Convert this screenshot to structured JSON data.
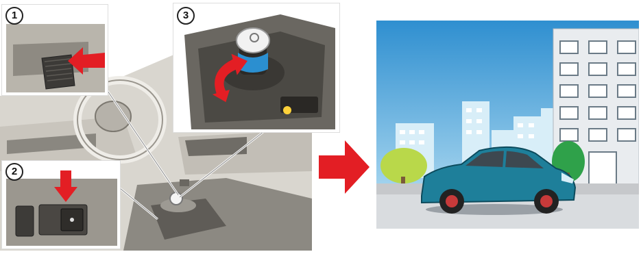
{
  "steps": [
    {
      "number": "1",
      "action": "brake-pedal"
    },
    {
      "number": "2",
      "action": "parking-brake-switch"
    },
    {
      "number": "3",
      "action": "selector-lever"
    }
  ],
  "colors": {
    "arrow": "#e31e24",
    "car": "#1e7f9a",
    "sky": "#3b9fd8",
    "interior": "#d9d6cf"
  },
  "icons": {
    "result_arrow": "right-arrow-icon",
    "step1_arrow": "left-arrow-icon",
    "step2_arrow": "down-arrow-icon",
    "step3_arrow": "curved-arrow-icon"
  }
}
